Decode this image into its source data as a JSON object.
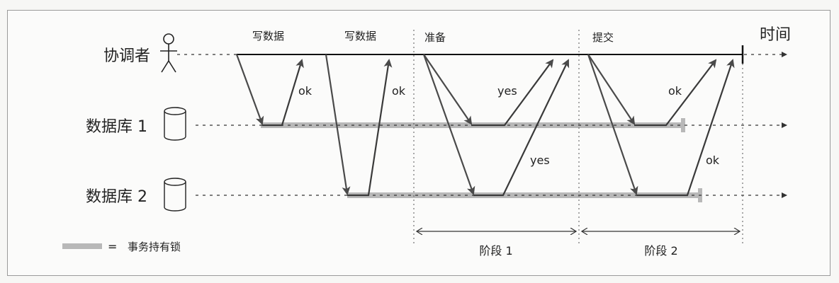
{
  "participants": {
    "coordinator": "协调者",
    "db1": "数据库 1",
    "db2": "数据库 2"
  },
  "time_label": "时间",
  "phases": {
    "write1": "写数据",
    "write2": "写数据",
    "prepare": "准备",
    "commit": "提交",
    "phase1": "阶段 1",
    "phase2": "阶段 2"
  },
  "replies": {
    "ok1": "ok",
    "ok2": "ok",
    "yes1": "yes",
    "yes2": "yes",
    "ok3": "ok",
    "ok4": "ok"
  },
  "legend": {
    "equals": "=",
    "text": "事务持有锁"
  },
  "colors": {
    "lock_bar": "#b8b8b8",
    "line": "#2b2b2b",
    "arrow": "#4a4a4a"
  }
}
